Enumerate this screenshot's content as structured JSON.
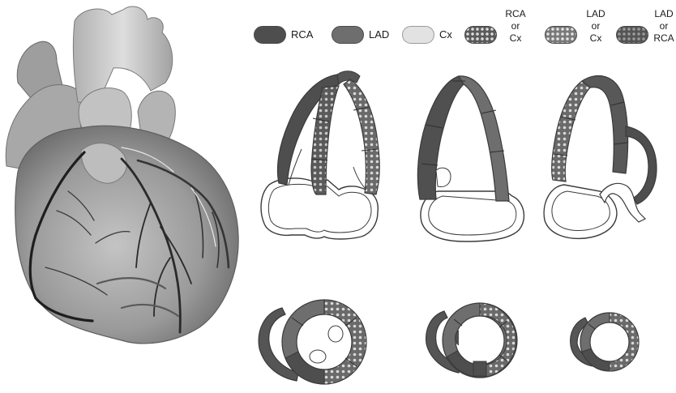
{
  "colors": {
    "rca": "#4e4e4e",
    "lad": "#6e6e6e",
    "cx": "#e2e2e2",
    "outline": "#3a3a3a",
    "dots": "#d8d8d8"
  },
  "legend": [
    {
      "id": "rca",
      "fill": "rca",
      "lines": [
        "RCA"
      ]
    },
    {
      "id": "lad",
      "fill": "lad",
      "lines": [
        "LAD"
      ]
    },
    {
      "id": "cx",
      "fill": "cx",
      "lines": [
        "Cx"
      ]
    },
    {
      "id": "rca-or-cx",
      "fill": "rca-dots",
      "lines": [
        "RCA",
        "or",
        "Cx"
      ]
    },
    {
      "id": "lad-or-cx",
      "fill": "lad-dots",
      "lines": [
        "LAD",
        "or",
        "Cx"
      ]
    },
    {
      "id": "lad-or-rca",
      "fill": "lad-dots-dark",
      "lines": [
        "LAD",
        "or",
        "RCA"
      ]
    }
  ],
  "icons": {
    "heart": "heart-illustration-icon",
    "views": [
      "four-chamber-view-icon",
      "two-chamber-view-icon",
      "long-axis-view-icon",
      "short-axis-basal-icon",
      "short-axis-mid-icon",
      "short-axis-apical-icon"
    ]
  }
}
